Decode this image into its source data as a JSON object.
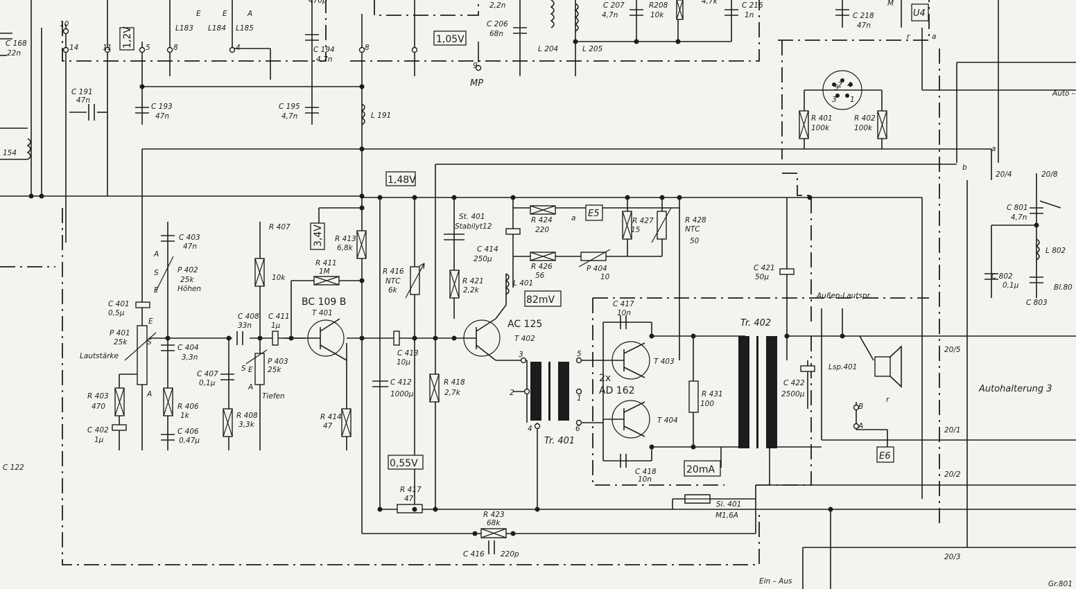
{
  "voltages": {
    "v1": "1,2V",
    "v2": "1,05V",
    "v3": "1,48V",
    "v4": "3,4V",
    "v5": "0,55V",
    "v6": "82mV",
    "v7": "20mA"
  },
  "transistors": {
    "t401": {
      "type": "BC 109 B",
      "ref": "T 401"
    },
    "t402": {
      "type": "AC 125",
      "ref": "T 402"
    },
    "t403": {
      "ref": "T 403"
    },
    "t404": {
      "ref": "T 404"
    },
    "pair": {
      "count": "2x",
      "type": "AD 162"
    }
  },
  "transformers": {
    "tr401": "Tr. 401",
    "tr402": "Tr. 402"
  },
  "points": {
    "mp": "MP",
    "e5": "E5",
    "e6": "E6",
    "u4": "U4"
  },
  "texts": {
    "lautstaerke": "Lautstärke",
    "hoehen": "Höhen",
    "tiefen": "Tiefen",
    "aussen": "Außen-Lautspr.",
    "lsp": "Lsp.401",
    "autohalterung": "Autohalterung 3",
    "einaus": "Ein – Aus",
    "gr801": "Gr.801",
    "auto": "Auto –",
    "mp9": "9"
  },
  "labels": [
    "C 168",
    "22n",
    "C 191",
    "47n",
    "154",
    "C 193",
    "47n",
    "C 195",
    "4,7n",
    "L 191",
    "L183",
    "L184",
    "L185",
    "C 194",
    "4,7n",
    "470p",
    "E",
    "E",
    "A",
    "10",
    "14",
    "11",
    "5",
    "8",
    "4",
    "8",
    "2,2n",
    "C 206",
    "68n",
    "L 204",
    "L 205",
    "C 207",
    "4,7n",
    "R208",
    "10k",
    "4,7k",
    "C 216",
    "1n",
    "C 218",
    "47n",
    "M",
    "r",
    "a",
    "R 401",
    "100k",
    "R 402",
    "100k",
    "5",
    "2",
    "4",
    "3",
    "1",
    "C 403",
    "47n",
    "A",
    "S",
    "E",
    "P 402",
    "25k",
    "C 401",
    "0,5μ",
    "E",
    "P 401",
    "25k",
    "S",
    "A",
    "C 404",
    "3,3n",
    "R 403",
    "470",
    "C 402",
    "1μ",
    "R 406",
    "1k",
    "C 406",
    "0,47μ",
    "R 407",
    "10k",
    "C 408",
    "33n",
    "C 411",
    "1μ",
    "C 407",
    "0,1μ",
    "E",
    "S",
    "A",
    "P 403",
    "25k",
    "R 408",
    "3,3k",
    "R 413",
    "6,8k",
    "R 411",
    "1M",
    "R 414",
    "47",
    "R 416",
    "NTC",
    "6k",
    "C 413",
    "10μ",
    "C 412",
    "1000μ",
    "R 418",
    "2,7k",
    "R 417",
    "47",
    "St. 401",
    "Stabilyt12",
    "C 414",
    "250μ",
    "R 421",
    "2,2k",
    "L 401",
    "R 424",
    "220",
    "a",
    "R 426",
    "56",
    "P 404",
    "10",
    "R 427",
    "15",
    "R 428",
    "NTC",
    "50",
    "C 417",
    "10n",
    "C 418",
    "10n",
    "R 431",
    "100",
    "C 421",
    "50μ",
    "C 422",
    "2500μ",
    "Si. 401",
    "M1,6A",
    "R 423",
    "68k",
    "C 416",
    "220p",
    "3",
    "2",
    "4",
    "5",
    "1",
    "6",
    "B",
    "A",
    "r",
    "a",
    "b",
    "20/4",
    "20/8",
    "C 801",
    "4,7n",
    "L 802",
    "C 802",
    "0,1μ",
    "C 803",
    "Bl.80",
    "20/5",
    "20/1",
    "20/2",
    "20/3",
    "C 122"
  ]
}
